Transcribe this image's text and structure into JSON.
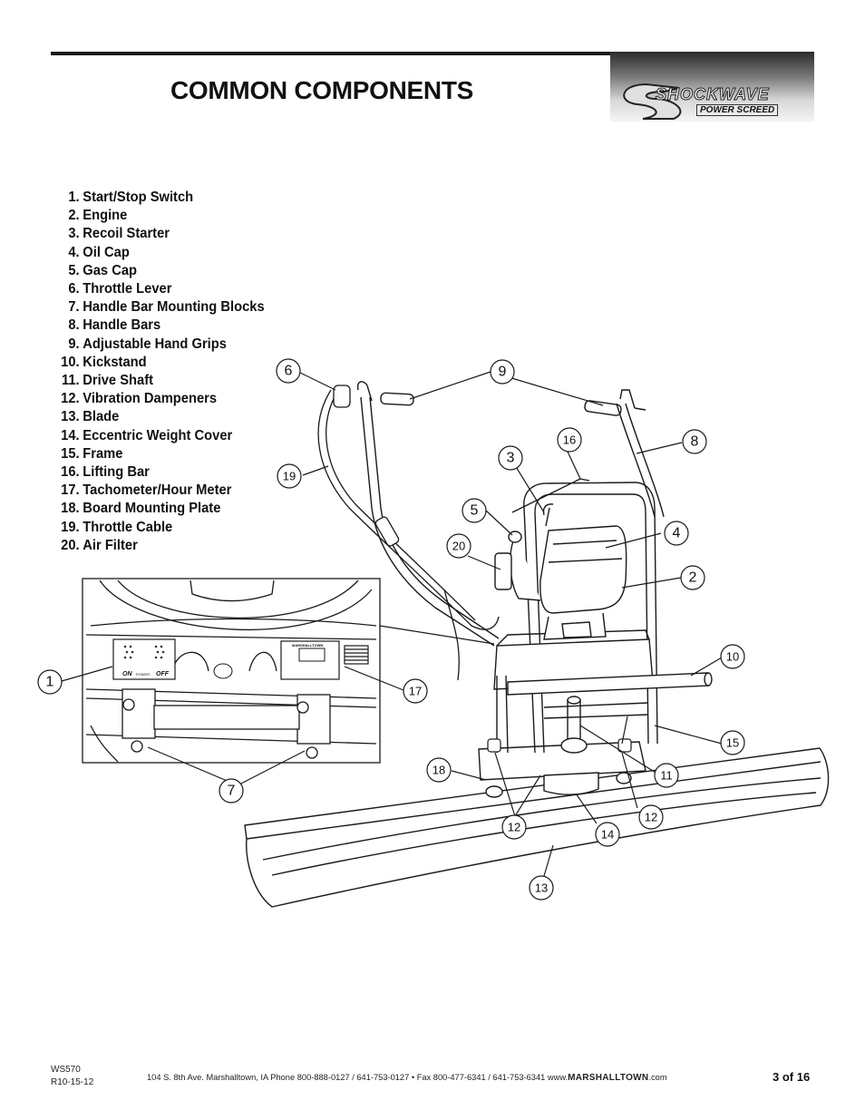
{
  "header": {
    "title": "COMMON COMPONENTS",
    "logo_brand": "SHOCKWAVE",
    "logo_sub": "POWER SCREED"
  },
  "parts": [
    {
      "num": "1.",
      "label": "Start/Stop Switch"
    },
    {
      "num": "2.",
      "label": "Engine"
    },
    {
      "num": "3.",
      "label": "Recoil Starter"
    },
    {
      "num": "4.",
      "label": "Oil Cap"
    },
    {
      "num": "5.",
      "label": "Gas Cap"
    },
    {
      "num": "6.",
      "label": "Throttle Lever"
    },
    {
      "num": "7.",
      "label": "Handle Bar Mounting Blocks"
    },
    {
      "num": "8.",
      "label": "Handle Bars"
    },
    {
      "num": "9.",
      "label": "Adjustable Hand Grips"
    },
    {
      "num": "10.",
      "label": "Kickstand"
    },
    {
      "num": "11.",
      "label": "Drive Shaft"
    },
    {
      "num": "12.",
      "label": "Vibration Dampeners"
    },
    {
      "num": "13.",
      "label": "Blade"
    },
    {
      "num": "14.",
      "label": "Eccentric Weight Cover"
    },
    {
      "num": "15.",
      "label": "Frame"
    },
    {
      "num": "16.",
      "label": "Lifting Bar"
    },
    {
      "num": "17.",
      "label": "Tachometer/Hour Meter"
    },
    {
      "num": "18.",
      "label": "Board Mounting Plate"
    },
    {
      "num": "19.",
      "label": "Throttle Cable"
    },
    {
      "num": "20.",
      "label": "Air Filter"
    }
  ],
  "callouts": [
    "1",
    "2",
    "3",
    "4",
    "5",
    "6",
    "7",
    "8",
    "9",
    "10",
    "11",
    "12",
    "12",
    "13",
    "14",
    "15",
    "16",
    "17",
    "18",
    "19",
    "20"
  ],
  "inset": {
    "switch_on": "ON",
    "switch_label": "POWER",
    "switch_off": "OFF",
    "meter_brand": "MARSHALLTOWN"
  },
  "footer": {
    "model": "WS570",
    "revision": "R10-15-12",
    "address": "104 S. 8th Ave. Marshalltown, IA Phone 800-888-0127 / 641-753-0127  •  Fax 800-477-6341 / 641-753-6341 www.",
    "brand": "MARSHALLTOWN",
    "domain": ".com",
    "page": "3 of 16"
  }
}
